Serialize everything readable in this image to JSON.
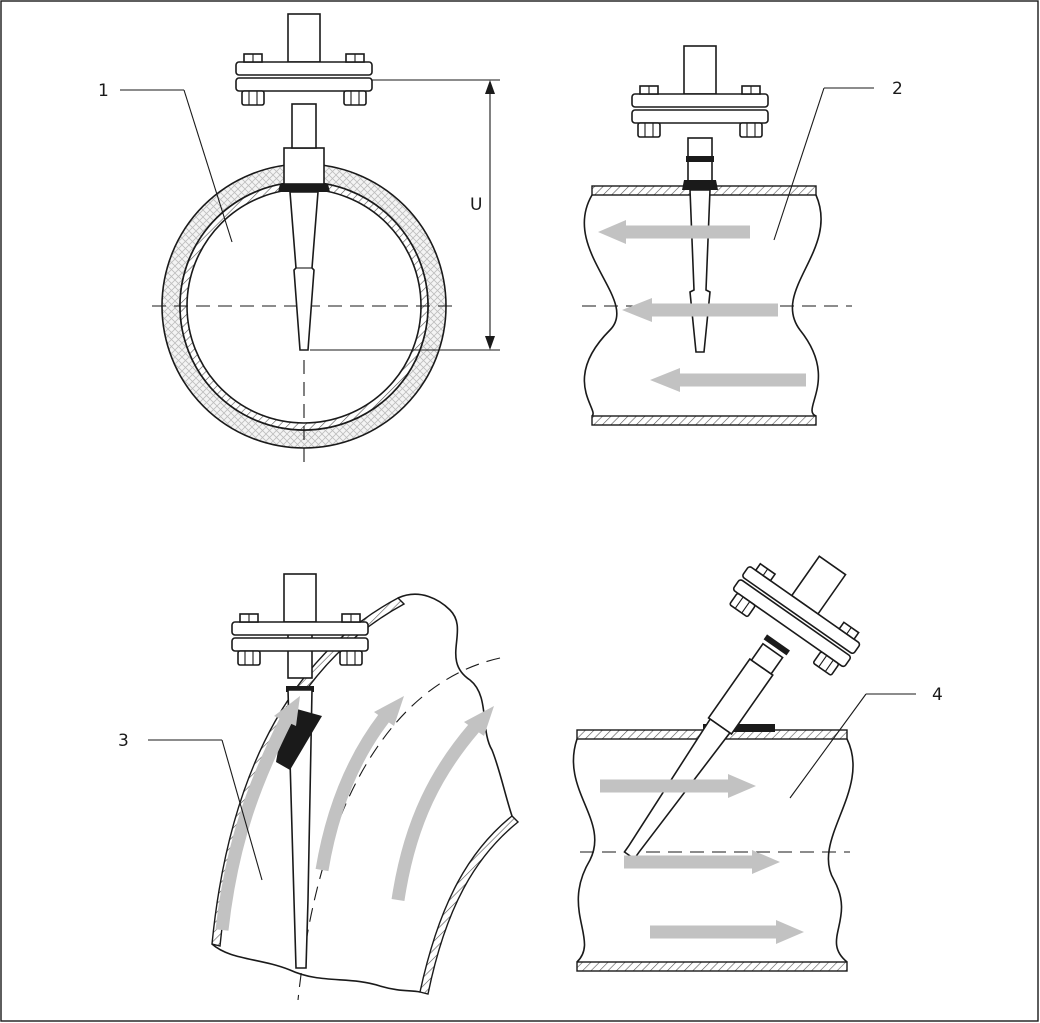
{
  "labels": {
    "callout_1": "1",
    "callout_2": "2",
    "callout_3": "3",
    "callout_4": "4",
    "dimension_u": "U"
  },
  "colors": {
    "line": "#1a1a1a",
    "flow_arrow": "#c2c2c2",
    "background": "#ffffff"
  },
  "icons": [
    "flange-bolt-icon",
    "flow-arrow-icon"
  ]
}
